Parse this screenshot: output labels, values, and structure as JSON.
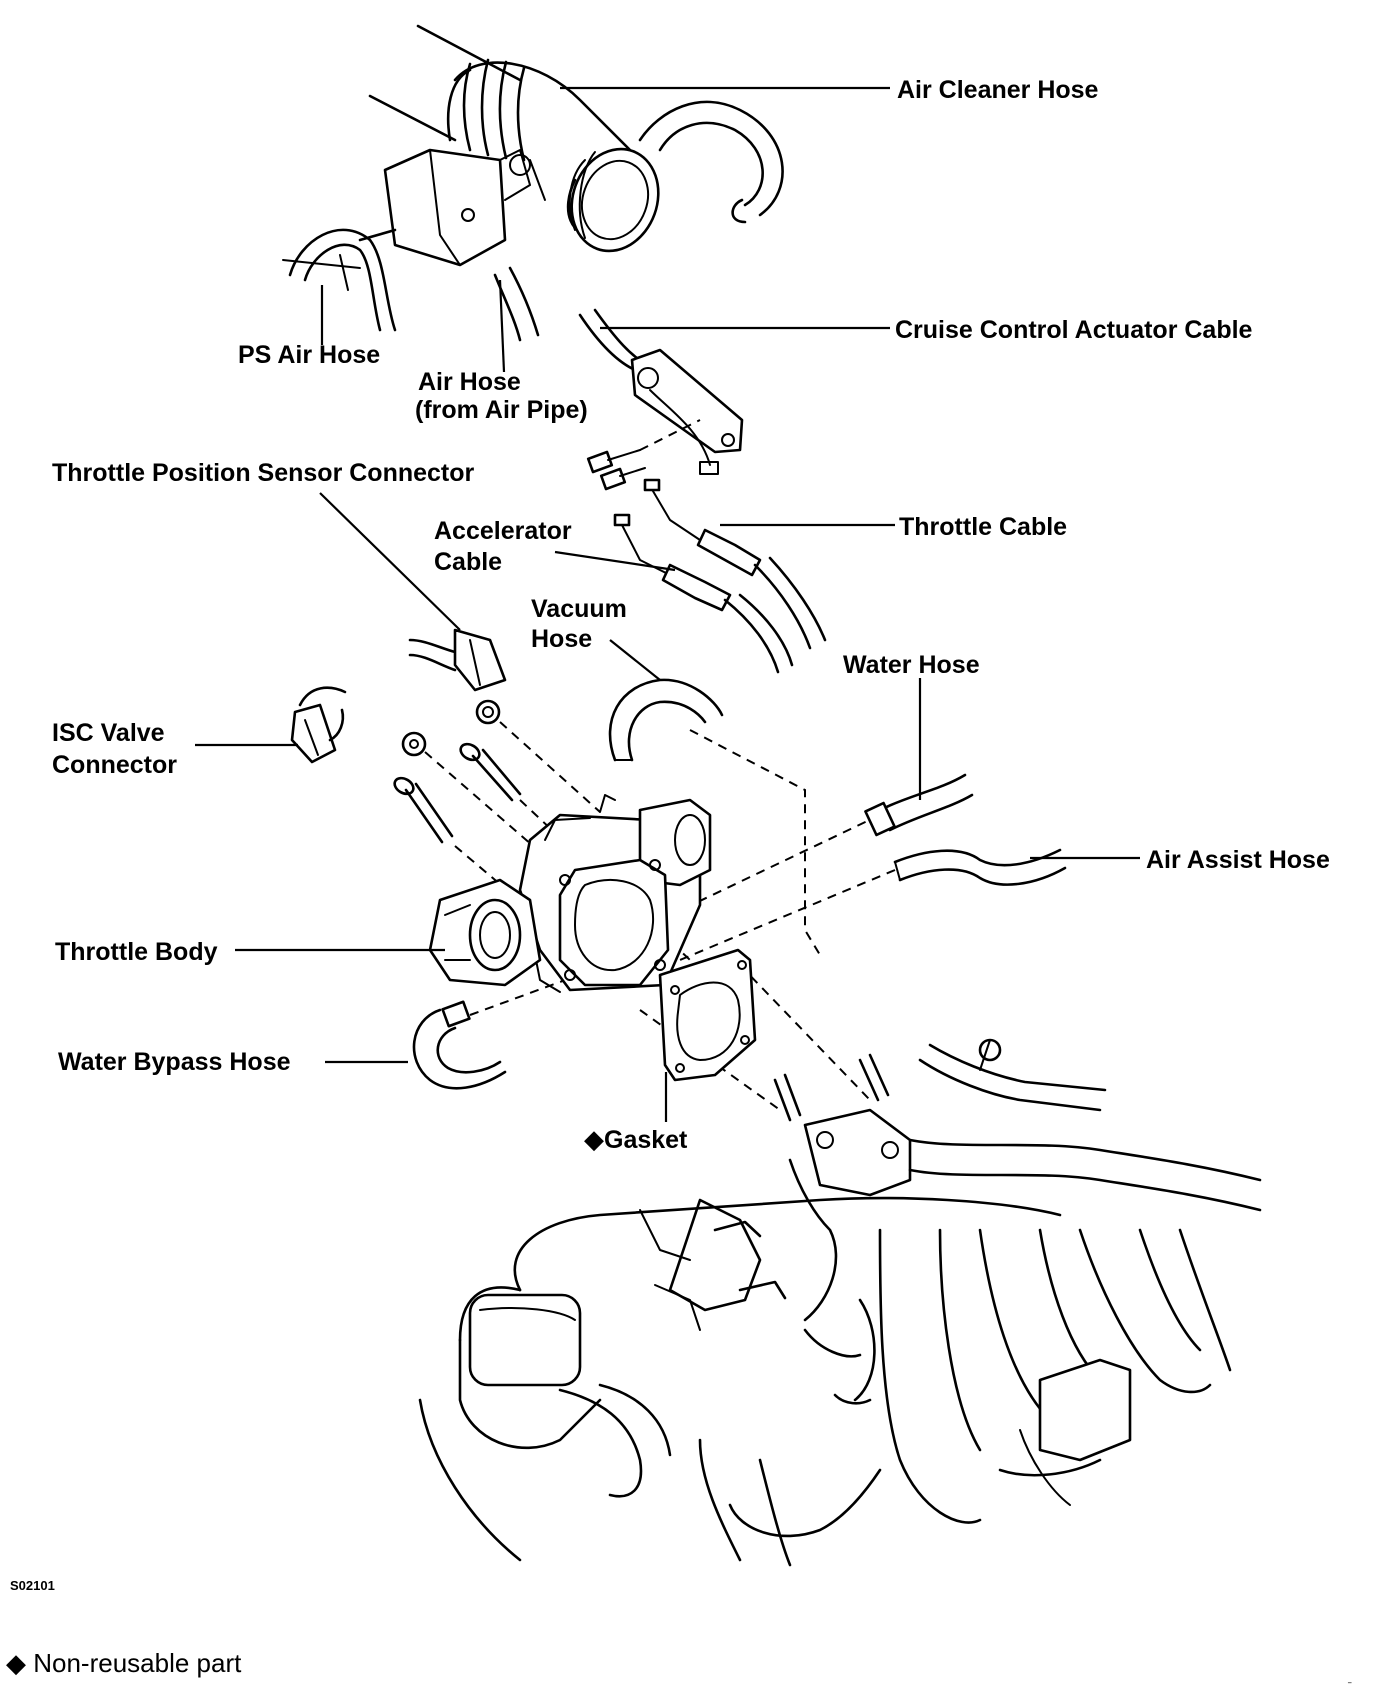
{
  "labels": {
    "air_cleaner_hose": "Air Cleaner Hose",
    "cruise_control_cable": "Cruise Control Actuator Cable",
    "ps_air_hose": "PS Air Hose",
    "air_hose_line1": "Air Hose",
    "air_hose_line2": "(from Air Pipe)",
    "tps_connector": "Throttle Position Sensor Connector",
    "accelerator_cable_line1": "Accelerator",
    "accelerator_cable_line2": "Cable",
    "throttle_cable": "Throttle Cable",
    "vacuum_hose_line1": "Vacuum",
    "vacuum_hose_line2": "Hose",
    "water_hose": "Water Hose",
    "isc_valve_line1": "ISC Valve",
    "isc_valve_line2": "Connector",
    "air_assist_hose": "Air Assist Hose",
    "throttle_body": "Throttle Body",
    "water_bypass_hose": "Water Bypass Hose",
    "gasket": "Gasket"
  },
  "figure_code": "S02101",
  "legend": {
    "symbol": "◆",
    "text": "Non-reusable part"
  },
  "corner_mark": "–"
}
